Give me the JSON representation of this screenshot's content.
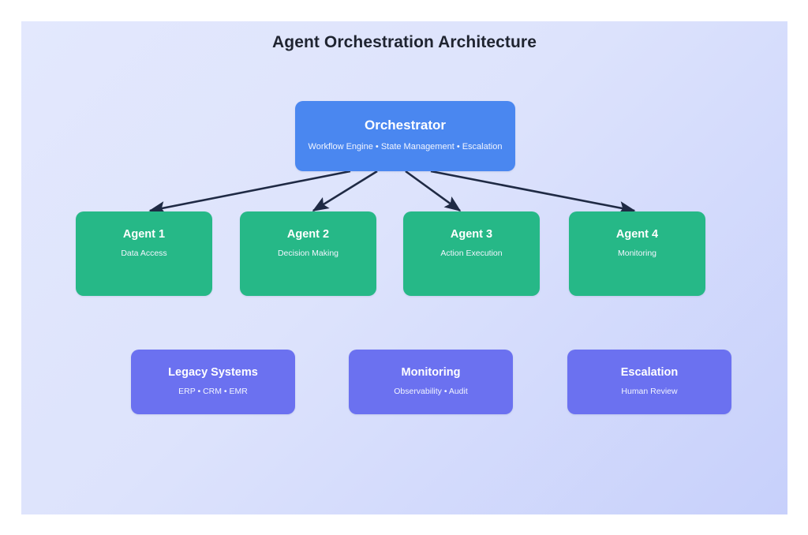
{
  "diagram": {
    "title": "Agent Orchestration Architecture",
    "colors": {
      "background": "#ffffff",
      "canvas_gradient_start": "#e3e8fd",
      "canvas_gradient_end": "#c7d0fb",
      "orchestrator": "#4a87f0",
      "agent": "#26b887",
      "support": "#6b71f0",
      "connector": "#1f2a44",
      "title_text": "#1f2430",
      "node_text": "#ffffff"
    },
    "orchestrator": {
      "title": "Orchestrator",
      "subtitle": "Workflow Engine • State Management • Escalation"
    },
    "agents": [
      {
        "title": "Agent 1",
        "subtitle": "Data Access"
      },
      {
        "title": "Agent 2",
        "subtitle": "Decision Making"
      },
      {
        "title": "Agent 3",
        "subtitle": "Action Execution"
      },
      {
        "title": "Agent 4",
        "subtitle": "Monitoring"
      }
    ],
    "support_systems": [
      {
        "title": "Legacy Systems",
        "subtitle": "ERP • CRM • EMR"
      },
      {
        "title": "Monitoring",
        "subtitle": "Observability • Audit"
      },
      {
        "title": "Escalation",
        "subtitle": "Human Review"
      }
    ],
    "connectors": [
      {
        "from": "Orchestrator",
        "to": "Agent 1",
        "style": "solid-arrow"
      },
      {
        "from": "Orchestrator",
        "to": "Agent 2",
        "style": "solid-arrow"
      },
      {
        "from": "Orchestrator",
        "to": "Agent 3",
        "style": "solid-arrow"
      },
      {
        "from": "Orchestrator",
        "to": "Agent 4",
        "style": "solid-arrow"
      }
    ]
  }
}
